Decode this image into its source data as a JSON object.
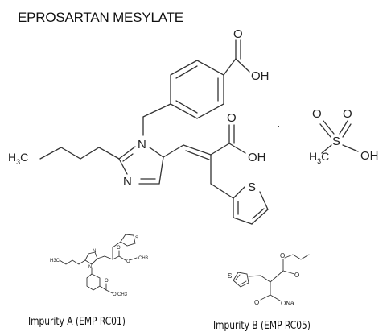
{
  "title": "EPROSARTAN MESYLATE",
  "main_structure": {
    "atoms": {
      "oh_benzoic": "OH",
      "o_benzoic": "O",
      "n_imidazole_1": "N",
      "n_imidazole_3": "N",
      "h3c_butyl": "H",
      "h3c_butyl_c": "C",
      "h3c_butyl_sub": "3",
      "o_acid": "O",
      "oh_acid": "OH",
      "s_thiophene": "S",
      "dot": "·"
    }
  },
  "mesylate": {
    "o_left": "O",
    "o_right": "O",
    "s": "S",
    "h3c": "H",
    "h3c_sub": "3",
    "h3c_c": "C",
    "oh": "OH"
  },
  "impurity_a": {
    "caption": "Impurity A (EMP RC01)",
    "atoms": {
      "h3c": "H3C",
      "n1": "N",
      "n2": "N",
      "s": "S",
      "o1": "O",
      "och3": "O",
      "ch3": "CH3",
      "o2": "O",
      "o3": "O",
      "ch3b": "CH3"
    }
  },
  "impurity_b": {
    "caption": "Impurity B (EMP RC05)",
    "atoms": {
      "s": "S",
      "o1": "O",
      "o2": "O",
      "o3": "O",
      "ona": "ONa"
    }
  },
  "colors": {
    "line": "#333333",
    "text": "#222222",
    "background": "#ffffff"
  }
}
